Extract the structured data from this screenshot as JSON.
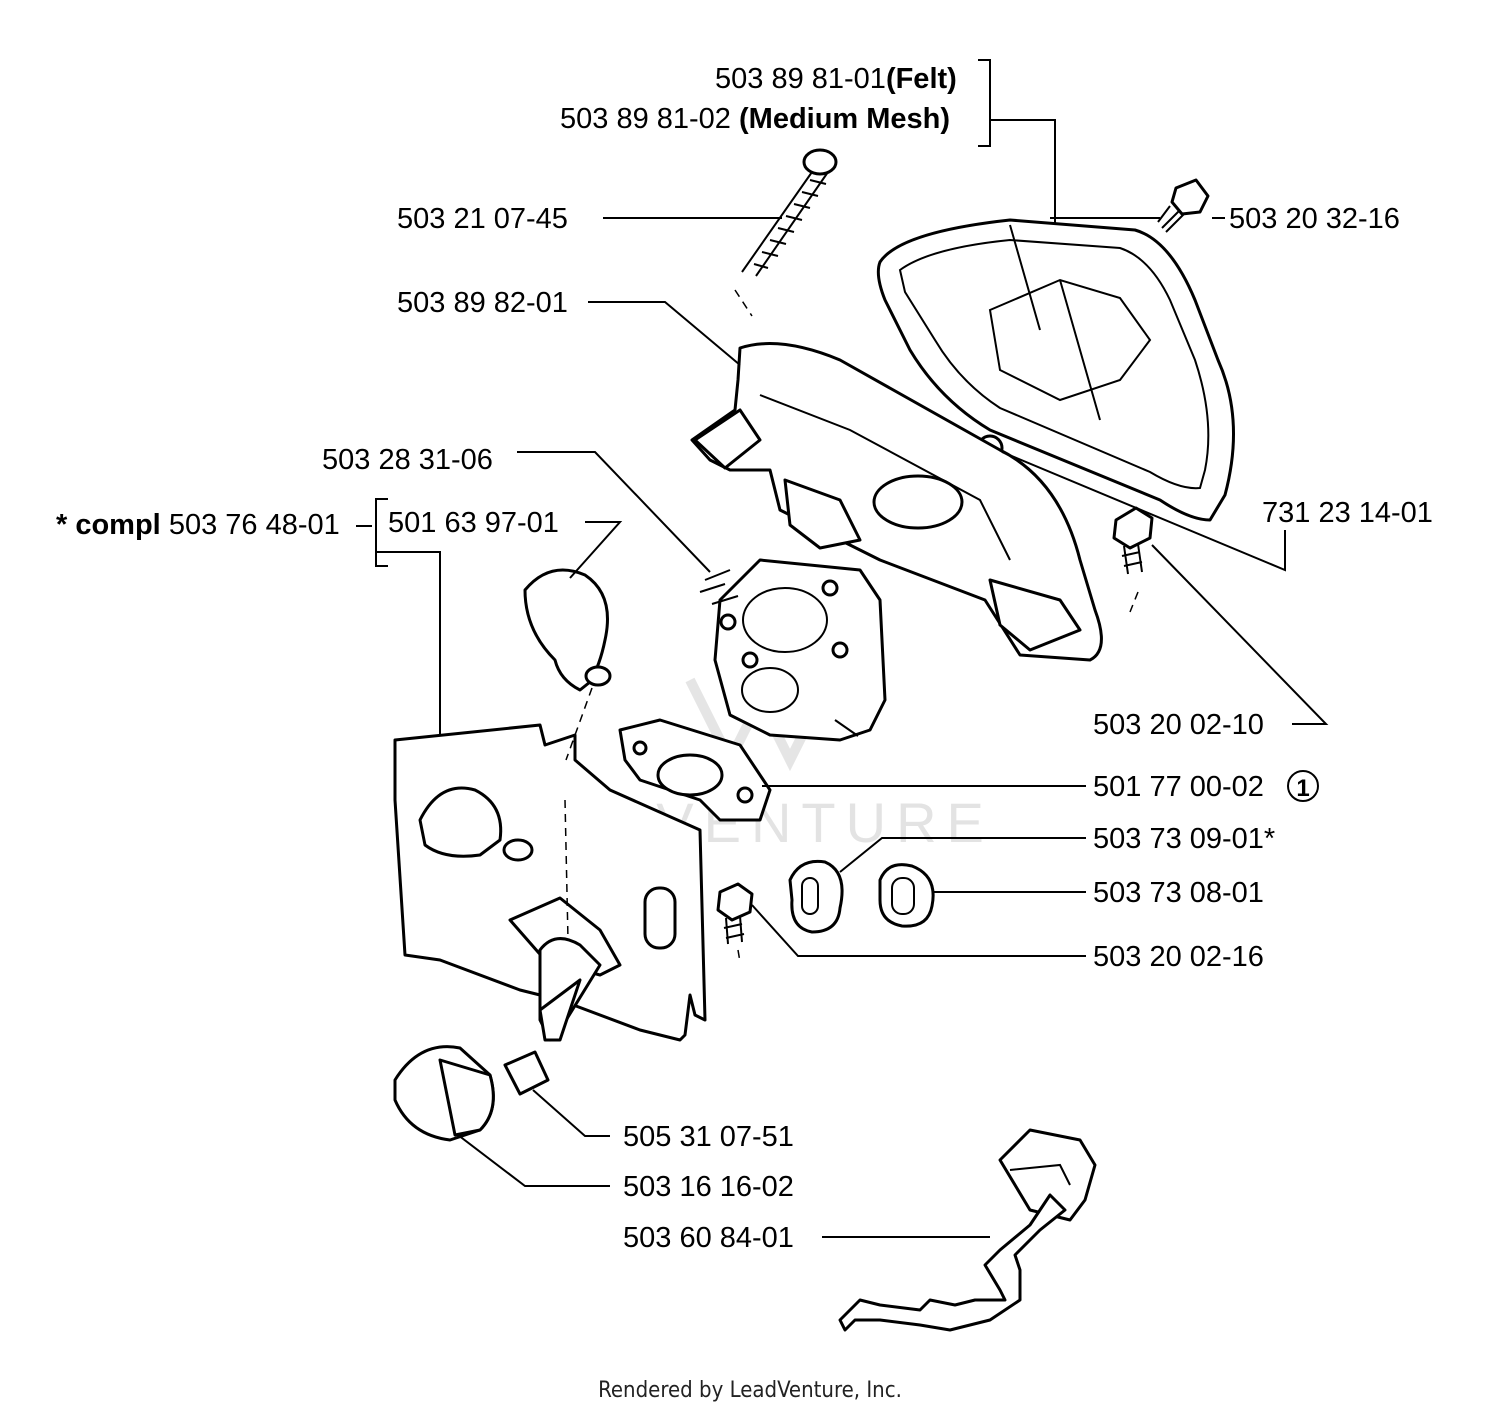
{
  "parts": {
    "air_filter_felt": "503 89 81-01",
    "air_filter_felt_note": "(Felt)",
    "air_filter_mesh": "503 89 81-02",
    "air_filter_mesh_note": "(Medium Mesh)",
    "long_screw": "503 21 07-45",
    "cover_screw": "503 20 32-16",
    "filter_holder": "503 89 82-01",
    "carburetor": "503 28 31-06",
    "complete_prefix": "* compl",
    "complete_kit": "503 76 48-01",
    "pump_bulb": "501 63 97-01",
    "nut": "731 23 14-01",
    "holder_bolt": "503 20 02-10",
    "gasket": "501 77 00-02",
    "gasket_ref": "1",
    "grommet_a": "503 73 09-01*",
    "grommet_b": "503 73 08-01",
    "plate_bolt": "503 20 02-16",
    "bushing": "505 31 07-51",
    "knob": "503 16 16-02",
    "throttle_rod": "503 60 84-01"
  },
  "watermark": "LEADVENTURE",
  "footer": "Rendered by LeadVenture, Inc."
}
